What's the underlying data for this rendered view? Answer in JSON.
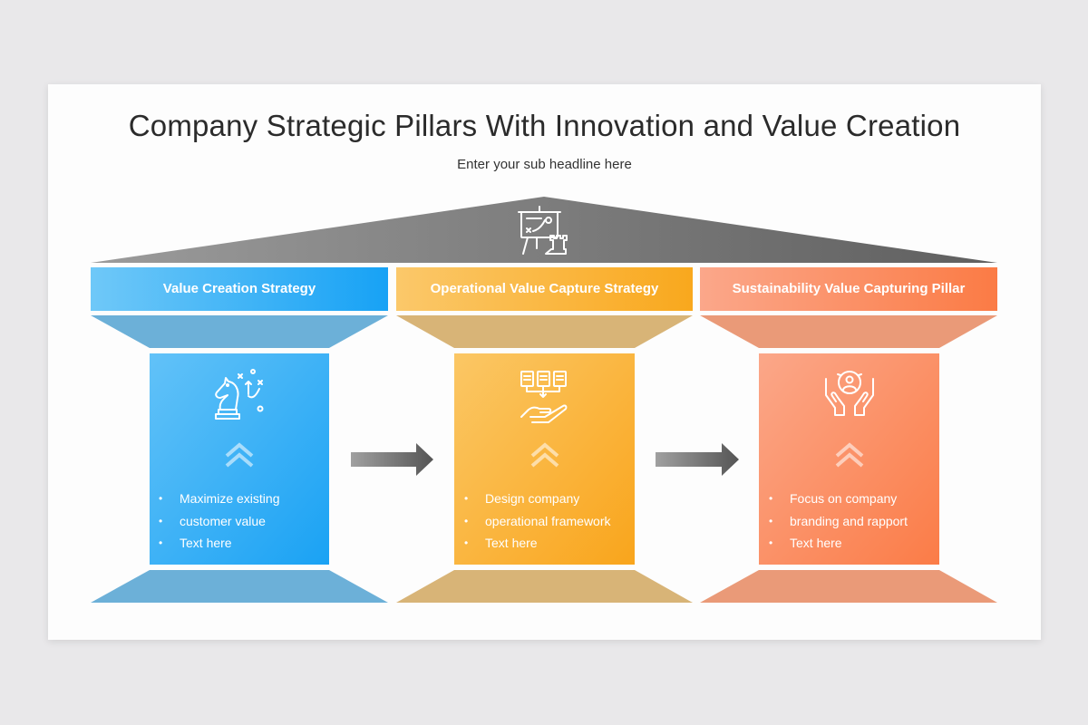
{
  "title": "Company Strategic Pillars With Innovation and Value Creation",
  "subtitle": "Enter your sub headline here",
  "roof_icon": "strategy-presentation-board-icon",
  "pillars": [
    {
      "header": "Value Creation Strategy",
      "icon": "chess-knight-strategy-icon",
      "bullets": [
        "Maximize existing",
        "customer value",
        "Text here"
      ],
      "colors": {
        "header": "#29aaf7",
        "shaft": "#2aa6f3",
        "capital": "#6cb0d8"
      }
    },
    {
      "header": "Operational Value Capture Strategy",
      "icon": "documents-in-hand-icon",
      "bullets": [
        "Design company",
        "operational framework",
        "Text here"
      ],
      "colors": {
        "header": "#f9b233",
        "shaft": "#fbb02e",
        "capital": "#d8b477"
      }
    },
    {
      "header": "Sustainability Value Capturing Pillar",
      "icon": "hands-protecting-person-icon",
      "bullets": [
        "Focus on company",
        "branding and rapport",
        "Text here"
      ],
      "colors": {
        "header": "#fb8a5e",
        "shaft": "#fb8654",
        "capital": "#ea9a78"
      }
    }
  ],
  "arrow_icon": "right-arrow-icon"
}
